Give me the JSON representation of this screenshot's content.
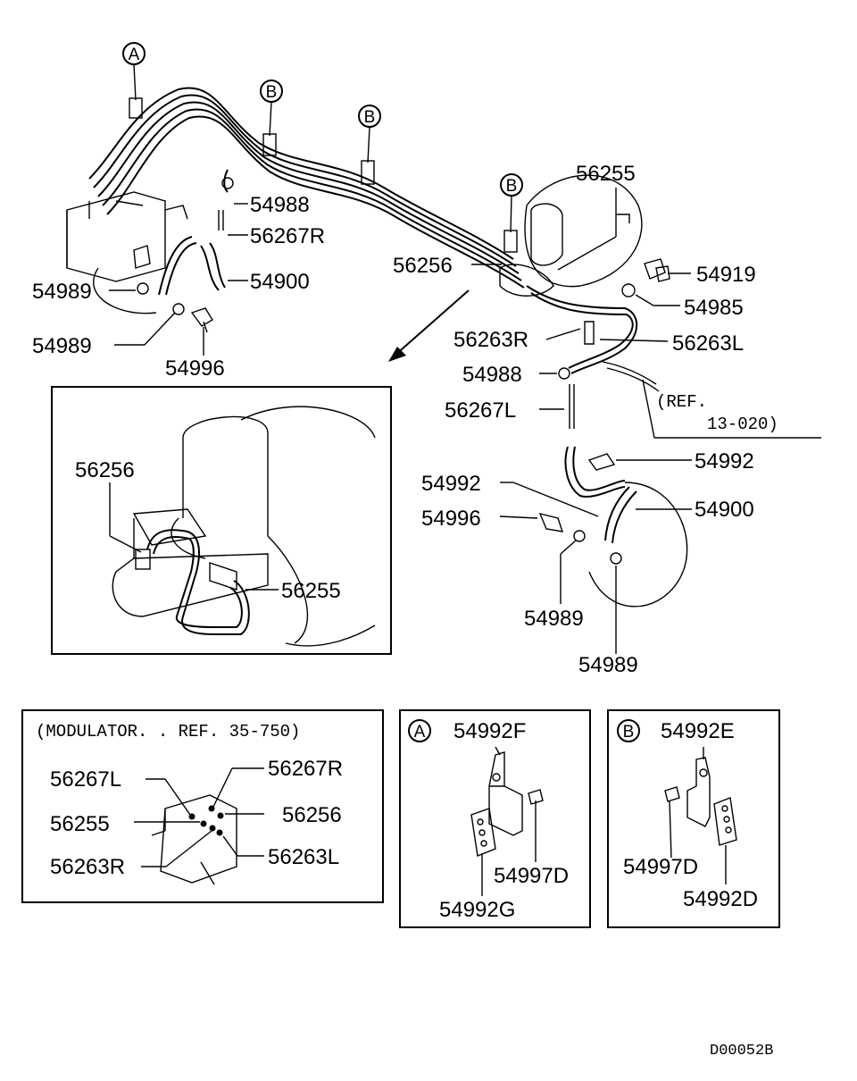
{
  "main_view": {
    "callouts": {
      "a_top": "A",
      "b1": "B",
      "b2": "B",
      "b3": "B"
    },
    "labels": {
      "p54988_top": "54988",
      "p56267R": "56267R",
      "p54900_top": "54900",
      "p54989_a": "54989",
      "p54989_b": "54989",
      "p54996_top": "54996",
      "p56255_top": "56255",
      "p56256_top": "56256",
      "p54919": "54919",
      "p54985": "54985",
      "p56263R": "56263R",
      "p56263L": "56263L",
      "p54988_mid": "54988",
      "p56267L": "56267L",
      "ref_line1": "(REF.",
      "ref_line2": "13-020)",
      "p54992_right": "54992",
      "p54992_left": "54992",
      "p54996_mid": "54996",
      "p54900_mid": "54900",
      "p54989_c": "54989",
      "p54989_d": "54989"
    }
  },
  "detail_view": {
    "labels": {
      "p56256": "56256",
      "p56255": "56255"
    }
  },
  "modulator_box": {
    "title": "(MODULATOR. . REF. 35-750)",
    "labels": {
      "p56267L": "56267L",
      "p56267R": "56267R",
      "p56255": "56255",
      "p56256": "56256",
      "p56263R": "56263R",
      "p56263L": "56263L"
    }
  },
  "box_a": {
    "badge": "A",
    "labels": {
      "p54992F": "54992F",
      "p54997D": "54997D",
      "p54992G": "54992G"
    }
  },
  "box_b": {
    "badge": "B",
    "labels": {
      "p54992E": "54992E",
      "p54997D": "54997D",
      "p54992D": "54992D"
    }
  },
  "drawing_code": "D00052B"
}
